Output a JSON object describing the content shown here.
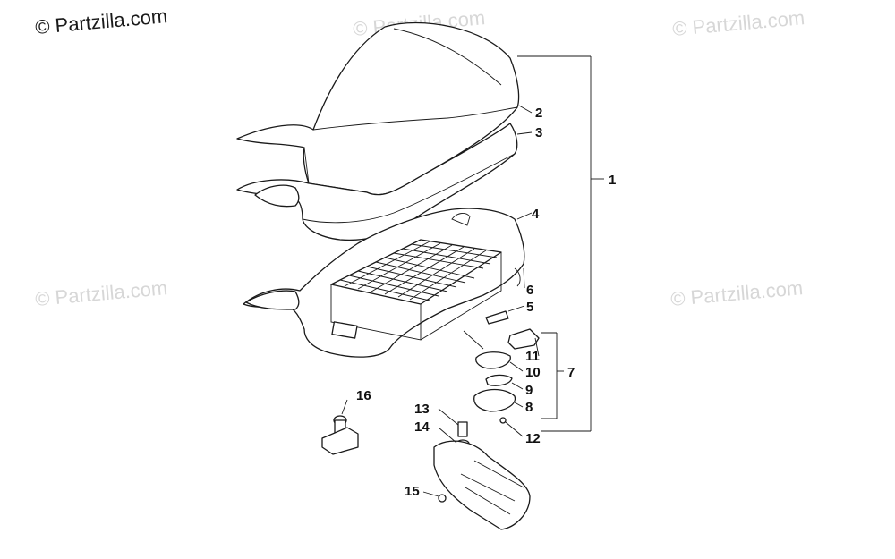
{
  "watermarks": {
    "primary": "© Partzilla.com",
    "faint": "© Partzilla.com"
  },
  "callouts": {
    "c1": "1",
    "c2": "2",
    "c3": "3",
    "c4": "4",
    "c5": "5",
    "c6": "6",
    "c7": "7",
    "c8": "8",
    "c9": "9",
    "c10": "10",
    "c11": "11",
    "c12": "12",
    "c13": "13",
    "c14": "14",
    "c15": "15",
    "c16": "16"
  }
}
